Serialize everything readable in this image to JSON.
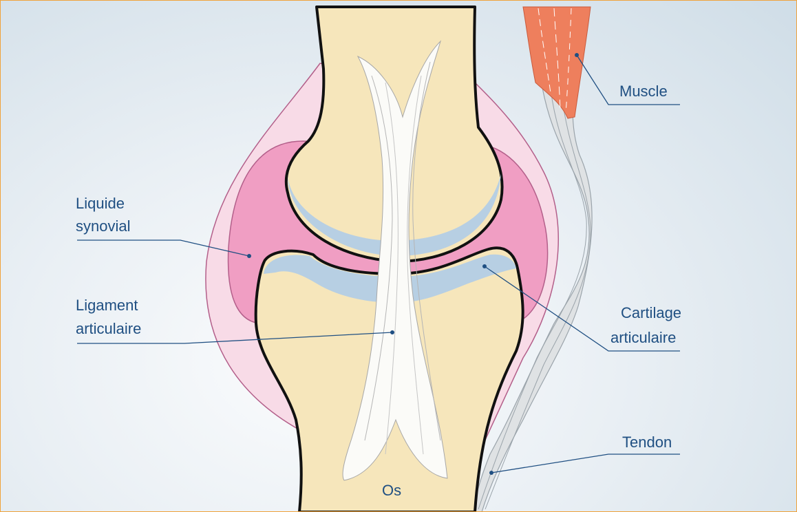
{
  "labels": {
    "muscle": "Muscle",
    "synovial_line1": "Liquide",
    "synovial_line2": "synovial",
    "ligament_line1": "Ligament",
    "ligament_line2": "articulaire",
    "cartilage_line1": "Cartilage",
    "cartilage_line2": "articulaire",
    "tendon": "Tendon",
    "bone": "Os"
  },
  "colors": {
    "bone": "#f6e6bb",
    "capsule": "#f8dbe7",
    "synovial": "#f09ec3",
    "cartilage": "#b7cfe3",
    "ligament": "#fbfbf8",
    "muscle": "#ee7f5d",
    "tendon": "#dfe2e4",
    "leader": "#1f4f82",
    "frame": "#f0a23a"
  }
}
